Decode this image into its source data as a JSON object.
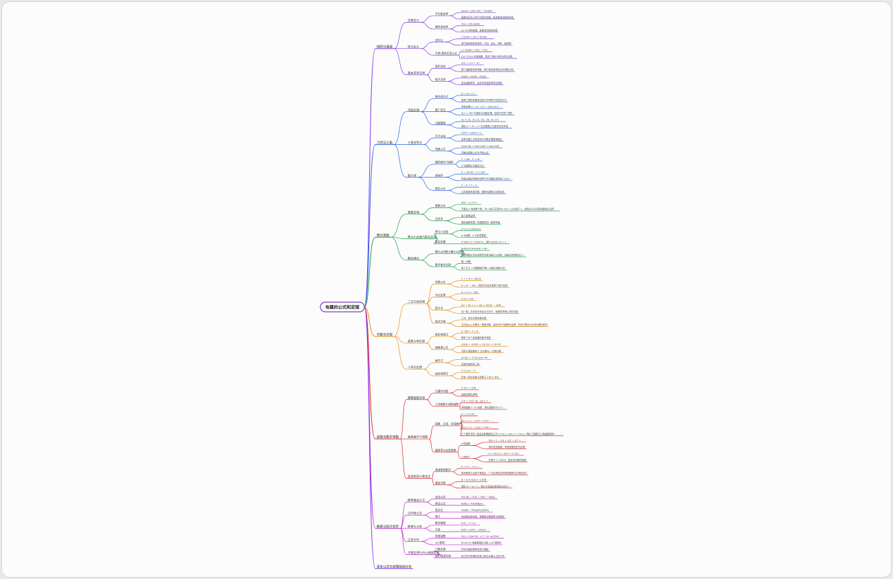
{
  "root": "有趣的公式和定理",
  "branches": [
    {
      "label": "微积分基础",
      "color": "#7c3aed",
      "children": [
        {
          "label": "导数定义",
          "children": [
            {
              "label": "平均变化率",
              "children": [
                {
                  "label": "Δy/Δx = [f(x+Δx) − f(x)]/Δx"
                },
                {
                  "label": "函数在区间上的平均变化快慢，描述曲线割线的斜率"
                }
              ]
            },
            {
              "label": "瞬时变化率",
              "children": [
                {
                  "label": "f′(x) = lim Δy/Δx"
                },
                {
                  "label": "Δx→0 时的极限，即曲线切线的斜率"
                }
              ]
            }
          ]
        },
        {
          "label": "积分定义",
          "children": [
            {
              "label": "定积分",
              "children": [
                {
                  "label": "∫ f(x)dx = lim Σ f(ξᵢ)Δxᵢ"
                },
                {
                  "label": "表示曲边梯形的面积，分割、近似、求和、取极限"
                }
              ]
            },
            {
              "label": "牛顿-莱布尼茨公式",
              "children": [
                {
                  "label": "∫ₐᵇ f(x)dx = F(b) − F(a)"
                },
                {
                  "label": "F(x) 为 f(x) 的原函数，联系了微分与积分两大运算"
                }
              ]
            }
          ]
        },
        {
          "label": "基本求导法则",
          "children": [
            {
              "label": "乘积法则",
              "children": [
                {
                  "label": "(uv)′ = u′v + uv′"
                },
                {
                  "label": "两个函数乘积的导数，等于各自求导后交叉相乘之和"
                }
              ]
            },
            {
              "label": "链式法则",
              "children": [
                {
                  "label": "dy/dx = dy/du · du/dx"
                },
                {
                  "label": "复合函数求导，由外向内逐层求导后相乘"
                }
              ]
            }
          ]
        }
      ]
    },
    {
      "label": "几何与三角",
      "color": "#2563eb",
      "children": [
        {
          "label": "勾股定理",
          "children": [
            {
              "label": "基本表达式",
              "children": [
                {
                  "label": "a² + b² = c²"
                },
                {
                  "label": "直角三角形两直角边的平方和等于斜边的平方"
                }
              ]
            },
            {
              "label": "推广形式",
              "children": [
                {
                  "label": "余弦定理 c² = a² + b² − 2ab·cos C"
                },
                {
                  "label": "当 C = 90° 时退化为勾股定理，适用于任意三角形"
                }
              ]
            },
            {
              "label": "勾股数组",
              "children": [
                {
                  "label": "(3, 4, 5)、(5, 12, 13)、(8, 15, 17)"
                },
                {
                  "label": "满足 a² + b² = c² 的正整数三元组有无穷多组"
                }
              ]
            }
          ]
        },
        {
          "label": "三角恒等式",
          "children": [
            {
              "label": "平方关系",
              "children": [
                {
                  "label": "sin²θ + cos²θ = 1"
                },
                {
                  "label": "由单位圆上点的坐标与勾股定理直接推出"
                }
              ]
            },
            {
              "label": "和角公式",
              "children": [
                {
                  "label": "sin(α+β) = sinα cosβ + cosα sinβ"
                },
                {
                  "label": "可推出倍角公式与半角公式"
                }
              ]
            }
          ]
        },
        {
          "label": "圆与球",
          "children": [
            {
              "label": "圆的周长与面积",
              "children": [
                {
                  "label": "C = 2πr，S = πr²"
                },
                {
                  "label": "π 为圆周长与直径之比"
                }
              ]
            },
            {
              "label": "球体积",
              "children": [
                {
                  "label": "V = 4/3 πr³，S = 4πr²"
                },
                {
                  "label": "阿基米德证明球体积等于外切圆柱体积的三分之二"
                }
              ]
            },
            {
              "label": "欧拉公式",
              "children": [
                {
                  "label": "V − E + F = 2"
                },
                {
                  "label": "凸多面体的顶点数、棱数与面数之间的关系"
                }
              ]
            }
          ]
        }
      ]
    },
    {
      "label": "数论基础",
      "color": "#16a34a",
      "children": [
        {
          "label": "素数定理",
          "children": [
            {
              "label": "素数分布",
              "children": [
                {
                  "label": "π(x) ~ x / ln x"
                },
                {
                  "label": "不超过 x 的素数个数，当 x 趋于无穷时与 x/ln x 之比趋于 1，由阿达马与瓦莱布桑独立证明"
                }
              ]
            },
            {
              "label": "无穷多",
              "children": [
                {
                  "label": "欧几里得证明"
                },
                {
                  "label": "假设素数有限，构造乘积加一即得矛盾"
                }
              ]
            }
          ]
        },
        {
          "label": "费马小定理与欧拉定理",
          "children": [
            {
              "label": "费马小定理",
              "children": [
                {
                  "label": "a^p ≡ a (mod p)"
                },
                {
                  "label": "p 为素数，a 为任意整数"
                }
              ]
            },
            {
              "label": "欧拉定理",
              "children": [
                {
                  "label": "a^φ(n) ≡ 1 (mod n)，其中 gcd(a, n) = 1"
                }
              ]
            }
          ]
        },
        {
          "label": "整除理论",
          "children": [
            {
              "label": "最大公约数与最小公倍数",
              "children": [
                {
                  "label": "gcd(a,b)·lcm(a,b) = ab"
                },
                {
                  "label": "辗转相除法可在有限步内求出最大公约数，是最古老的算法之一"
                }
              ]
            },
            {
              "label": "算术基本定理",
              "children": [
                {
                  "label": "唯一分解"
                },
                {
                  "label": "每个大于 1 的整数都可唯一分解为素数之积"
                }
              ]
            }
          ]
        }
      ]
    },
    {
      "label": "代数与方程",
      "color": "#ea8a0c",
      "children": [
        {
          "label": "二次方程求根",
          "children": [
            {
              "label": "求根公式",
              "children": [
                {
                  "label": "x = (−b ± √Δ)/2a"
                },
                {
                  "label": "Δ = b² − 4ac，判别式决定实根的个数与性质"
                }
              ]
            },
            {
              "label": "韦达定理",
              "children": [
                {
                  "label": "x₁ + x₂ = −b/a"
                },
                {
                  "label": "x₁·x₂ = c/a"
                }
              ]
            },
            {
              "label": "配方法",
              "children": [
                {
                  "label": "ax² + bx + c = a(x + b/2a)² − Δ/4a"
                },
                {
                  "label": "将一般二次式化为完全平方形式，是推导求根公式的关键"
                }
              ]
            },
            {
              "label": "高次方程",
              "children": [
                {
                  "label": "三次、四次方程有根式解"
                },
                {
                  "label": "五次及以上方程无一般根式解，由阿贝尔与伽罗瓦证明，开创了群论与近世代数的研究"
                }
              ]
            }
          ]
        },
        {
          "label": "复数与单位根",
          "children": [
            {
              "label": "欧拉恒等式",
              "children": [
                {
                  "label": "e^(iπ) + 1 = 0"
                },
                {
                  "label": "联系了五个最重要的数学常数"
                }
              ]
            },
            {
              "label": "棣莫弗公式",
              "children": [
                {
                  "label": "(cosθ + i sinθ)ⁿ = cos nθ + i sin nθ"
                },
                {
                  "label": "可用于求复数的 n 次方根与 n 次单位根"
                }
              ]
            }
          ]
        },
        {
          "label": "二项式定理",
          "children": [
            {
              "label": "展开式",
              "children": [
                {
                  "label": "(a+b)ⁿ = Σ C(n,k)aⁿ⁻ᵏbᵏ"
                },
                {
                  "label": "系数构成杨辉三角"
                }
              ]
            },
            {
              "label": "组合恒等式",
              "children": [
                {
                  "label": "Σ C(n,k) = 2ⁿ"
                },
                {
                  "label": "所有二项式系数之和等于 2 的 n 次方"
                }
              ]
            }
          ]
        }
      ]
    },
    {
      "label": "级数与数学常数",
      "color": "#dc2626",
      "children": [
        {
          "label": "重要级数求和",
          "children": [
            {
              "label": "巴塞尔问题",
              "children": [
                {
                  "label": "Σ 1/n² = π²/6"
                },
                {
                  "label": "由欧拉首先求得"
                }
              ]
            },
            {
              "label": "几何级数与调和级数",
              "children": [
                {
                  "label": "Σ qⁿ = 1/(1−q)，|q| < 1"
                },
                {
                  "label": "调和级数 Σ 1/n 发散，增长速度约为 ln n"
                }
              ]
            }
          ]
        },
        {
          "label": "泰勒展开与常数",
          "children": [
            {
              "label": "指数、正弦、余弦展开",
              "children": [
                {
                  "label": "eˣ = Σ xⁿ/n!"
                },
                {
                  "label": "sin x = x − x³/3! + x⁵/5! − …"
                },
                {
                  "label": "cos x = 1 − x²/2! + x⁴/4! − …"
                },
                {
                  "label": "三个展开式在 i 处结合即得欧拉公式 e^(ix) = cos x + i sin x，揭示了指数与三角函数的统一"
                }
              ]
            },
            {
              "label": "圆周率与自然常数",
              "children": [
                {
                  "label": "π 的级数",
                  "children": [
                    {
                      "label": "π/4 = 1 − 1/3 + 1/5 − 1/7 + …"
                    },
                    {
                      "label": "莱布尼茨级数，收敛极慢但形式优美"
                    }
                  ]
                },
                {
                  "label": "e 的定义",
                  "children": [
                    {
                      "label": "e = lim (1 + 1/n)ⁿ = Σ 1/n!"
                    },
                    {
                      "label": "约等于 2.71828，是自然对数的底数"
                    }
                  ]
                }
              ]
            }
          ]
        },
        {
          "label": "斐波那契与黄金比",
          "children": [
            {
              "label": "斐波那契数列",
              "children": [
                {
                  "label": "Fₙ = Fₙ₋₁ + Fₙ₋₂"
                },
                {
                  "label": "相邻两项之比趋于黄金比，广泛出现在自然界的植物与生物形态中"
                }
              ]
            },
            {
              "label": "黄金分割",
              "children": [
                {
                  "label": "φ = (1+√5)/2 ≈ 1.618"
                },
                {
                  "label": "满足 φ² = φ + 1，被认为是最具美感的比例之一"
                }
              ]
            }
          ]
        }
      ]
    },
    {
      "label": "概率与统计初步",
      "color": "#c026d3",
      "children": [
        {
          "label": "概率基本公式",
          "children": [
            {
              "label": "加法公式",
              "children": [
                {
                  "label": "P(A∪B) = P(A) + P(B) − P(AB)"
                }
              ]
            },
            {
              "label": "乘法公式",
              "children": [
                {
                  "label": "P(AB) = P(A)P(B|A)"
                }
              ]
            }
          ]
        },
        {
          "label": "贝叶斯公式",
          "children": [
            {
              "label": "表达式",
              "children": [
                {
                  "label": "P(A|B) = P(B|A)P(A)/P(B)"
                }
              ]
            },
            {
              "label": "意义",
              "children": [
                {
                  "label": "由结果反推原因，根据新证据更新先验概率"
                }
              ]
            }
          ]
        },
        {
          "label": "期望与方差",
          "children": [
            {
              "label": "数学期望",
              "children": [
                {
                  "label": "E(X) = Σ xᵢ pᵢ"
                }
              ]
            },
            {
              "label": "方差",
              "children": [
                {
                  "label": "D(X) = E(X²) − [E(X)]²"
                }
              ]
            }
          ]
        },
        {
          "label": "正态分布",
          "children": [
            {
              "label": "密度函数",
              "children": [
                {
                  "label": "f(x) = 1/(σ√2π) · e^(−(x−μ)²/2σ²)"
                }
              ]
            },
            {
              "label": "3σ 原则",
              "children": [
                {
                  "label": "约 99.7% 的数据落在均值 ±3σ 范围内"
                }
              ]
            }
          ]
        },
        {
          "label": "大数定律与中心极限定理",
          "children": [
            {
              "label": "大数定律",
              "children": [
                {
                  "label": "样本均值依概率收敛于期望"
                }
              ]
            },
            {
              "label": "中心极限定理",
              "children": [
                {
                  "label": "独立同分布随机变量之和近似服从正态分布"
                }
              ]
            }
          ]
        }
      ]
    },
    {
      "label": "更多公式与定理持续补充",
      "color": "#7c3aed",
      "children": []
    }
  ]
}
